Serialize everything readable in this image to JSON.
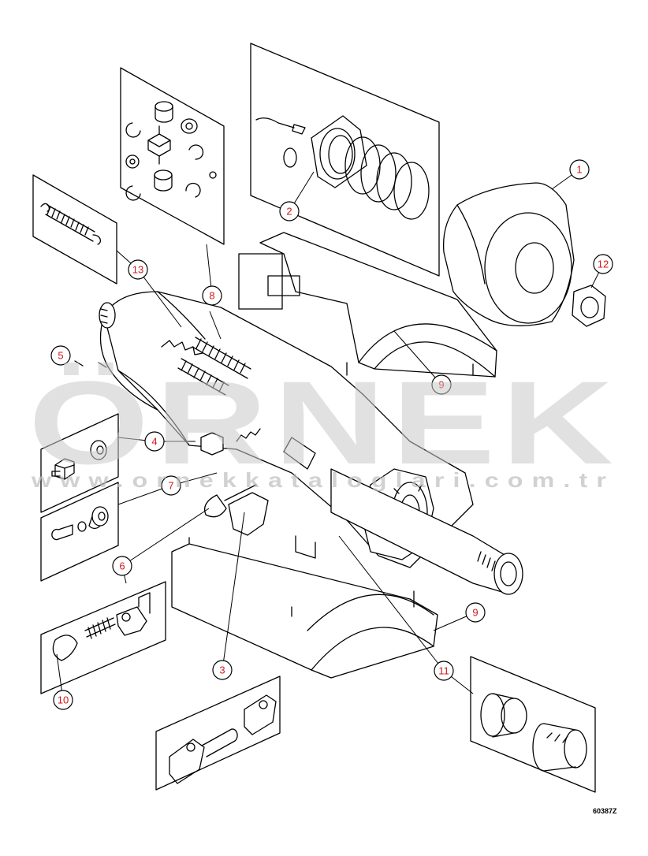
{
  "figure_code": "60387Z",
  "watermark": {
    "main": "ÖRNEK",
    "sub": "www.ornekkataloglari.com.tr"
  },
  "callouts": [
    {
      "id": "c1",
      "label": "1"
    },
    {
      "id": "c2",
      "label": "2"
    },
    {
      "id": "c3",
      "label": "3"
    },
    {
      "id": "c4",
      "label": "4"
    },
    {
      "id": "c5",
      "label": "5"
    },
    {
      "id": "c6",
      "label": "6"
    },
    {
      "id": "c7",
      "label": "7"
    },
    {
      "id": "c8",
      "label": "8"
    },
    {
      "id": "c9a",
      "label": "9"
    },
    {
      "id": "c9b",
      "label": "9"
    },
    {
      "id": "c10",
      "label": "10"
    },
    {
      "id": "c11",
      "label": "11"
    },
    {
      "id": "c12",
      "label": "12"
    },
    {
      "id": "c13",
      "label": "13"
    }
  ],
  "colors": {
    "callout_text": "#d11a1a",
    "line": "#000000",
    "watermark": "#c9c9c9"
  }
}
